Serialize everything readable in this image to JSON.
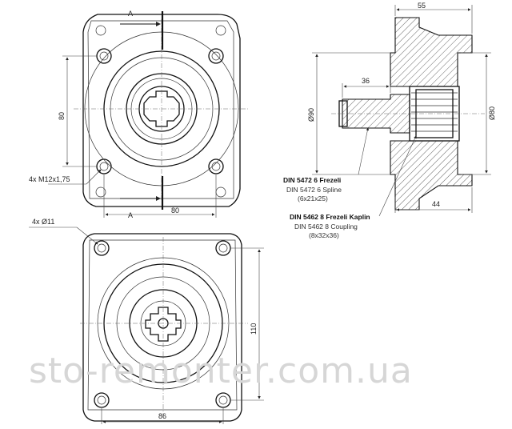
{
  "drawing": {
    "section_marker": "A",
    "dim_top_bolt_spacing_v": "80",
    "dim_top_bolt_spacing_h": "80",
    "bolt_thread_label": "4x M12x1,75",
    "hole_label": "4x Ø11",
    "dim_bottom_height": "110",
    "dim_bottom_width": "86",
    "dim_side_length": "55",
    "dim_side_shaft": "36",
    "dim_side_pilot_dia": "Ø90",
    "dim_side_bore_dia": "Ø80",
    "dim_side_coupling_len": "44",
    "spline_title": "DIN 5472 6 Frezeli",
    "spline_subtitle": "DIN 5472 6 Spline",
    "spline_size": "(6x21x25)",
    "coupling_title": "DIN 5462 8 Frezeli Kaplin",
    "coupling_subtitle": "DIN 5462 8 Coupling",
    "coupling_size": "(8x32x36)",
    "watermark": "sto-remonter.com.ua"
  }
}
